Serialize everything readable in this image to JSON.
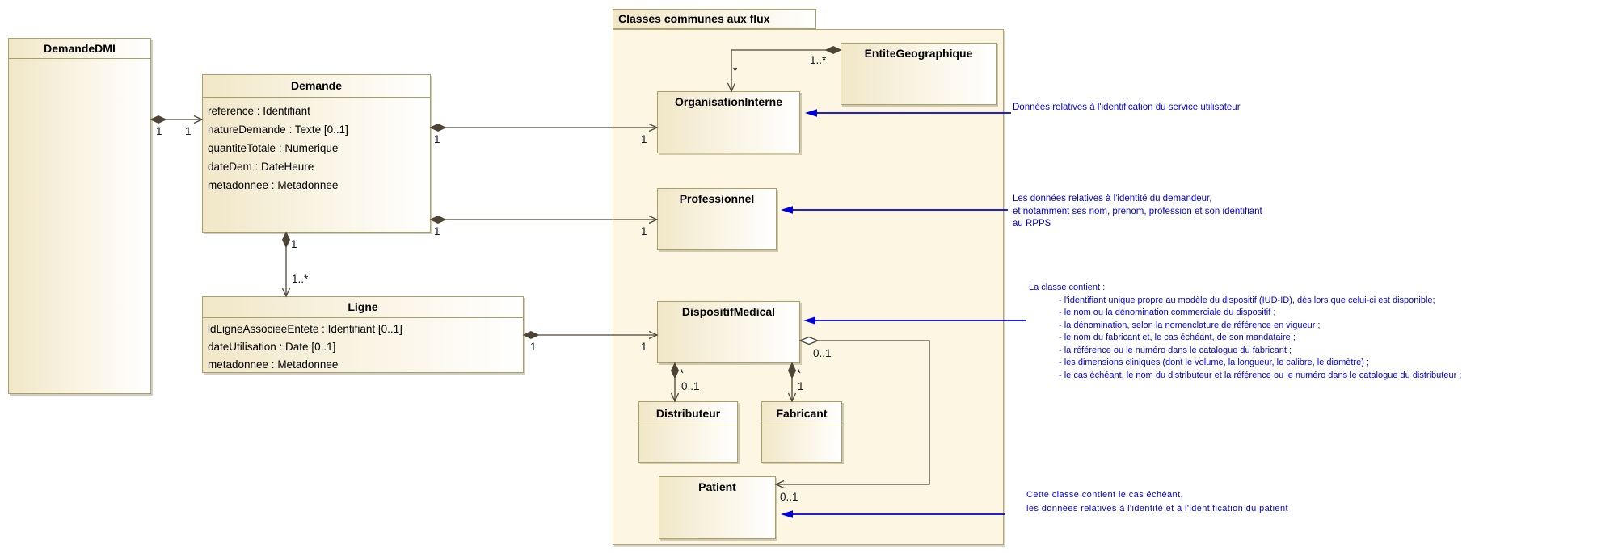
{
  "package": {
    "title": "Classes communes aux flux"
  },
  "classes": {
    "demandeDMI": {
      "title": "DemandeDMI"
    },
    "demande": {
      "title": "Demande",
      "attributes": [
        "reference : Identifiant",
        "natureDemande : Texte [0..1]",
        "quantiteTotale : Numerique",
        "dateDem : DateHeure",
        "metadonnee : Metadonnee"
      ]
    },
    "ligne": {
      "title": "Ligne",
      "attributes": [
        "idLigneAssocieeEntete : Identifiant [0..1]",
        "dateUtilisation : Date [0..1]",
        "metadonnee : Metadonnee"
      ]
    },
    "entiteGeographique": {
      "title": "EntiteGeographique"
    },
    "organisationInterne": {
      "title": "OrganisationInterne"
    },
    "professionnel": {
      "title": "Professionnel"
    },
    "dispositifMedical": {
      "title": "DispositifMedical"
    },
    "distributeur": {
      "title": "Distributeur"
    },
    "fabricant": {
      "title": "Fabricant"
    },
    "patient": {
      "title": "Patient"
    }
  },
  "multiplicities": {
    "dmi_demande_src": "1",
    "dmi_demande_tgt": "1",
    "demande_org_src": "1",
    "demande_org_tgt": "1",
    "demande_prof_src": "1",
    "demande_prof_tgt": "1",
    "demande_ligne_src": "1",
    "demande_ligne_tgt": "1..*",
    "ligne_dm_src": "1",
    "ligne_dm_tgt": "1",
    "eg_org_src": "1..*",
    "eg_org_tgt": "*",
    "dm_dist_src": "*",
    "dm_dist_tgt": "0..1",
    "dm_fab_src": "*",
    "dm_fab_tgt": "1",
    "dm_patient_src": "0..1",
    "dm_patient_tgt": "0..1"
  },
  "annotations": {
    "service": {
      "lines": [
        "Données relatives à l'identification du service utilisateur"
      ]
    },
    "demandeur": {
      "lines": [
        "Les données relatives à l'identité du demandeur,",
        " et notamment ses nom, prénom, profession et son identifiant",
        "au RPPS"
      ]
    },
    "dispositif": {
      "intro": "La classe contient :",
      "items": [
        "- l'identifiant unique propre au modèle du dispositif (IUD-ID), dès lors que celui-ci est disponible;",
        "- le nom ou la dénomination commerciale du dispositif ;",
        "- la dénomination, selon la nomenclature de référence en vigueur ;",
        "- le nom du fabricant et, le cas échéant, de son mandataire ;",
        "- la référence ou le numéro dans le catalogue du fabricant ;",
        "- les dimensions cliniques (dont le volume, la longueur, le calibre, le diamètre) ;",
        "- le cas échéant, le nom du distributeur et la référence ou le numéro dans le catalogue du distributeur ;"
      ]
    },
    "patient": {
      "lines": [
        "Cette classe contient le cas échéant,",
        "les données relatives à l'identité et à l'identification du patient"
      ]
    }
  },
  "colors": {
    "annotation_blue": "#0000DD",
    "box_border": "#A89F66",
    "association_line": "#4D4435",
    "package_fill": "#FCF6E2"
  }
}
